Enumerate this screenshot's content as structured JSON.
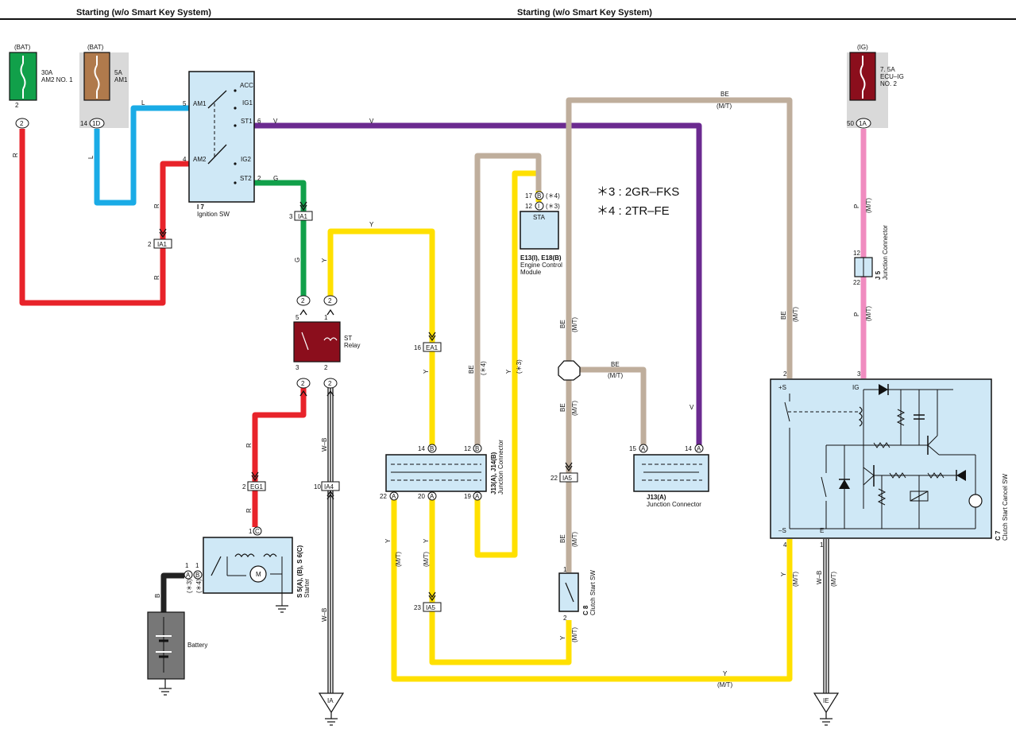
{
  "header": {
    "left_title": "Starting (w/o Smart Key System)",
    "right_title": "Starting (w/o Smart Key System)"
  },
  "colors": {
    "red": "#e8232a",
    "blue": "#1aabe6",
    "violet": "#6b2a90",
    "green": "#11a04a",
    "yellow": "#ffe000",
    "beige": "#bfae9c",
    "pink": "#f08cc0",
    "black": "#222222",
    "component_fill": "#cfe8f6"
  },
  "notes": {
    "note3": "＊3 : 2GR–FKS",
    "note4": "＊4 : 2TR–FE"
  },
  "fuses": {
    "am2": {
      "source": "(BAT)",
      "rating": "30A",
      "name": "AM2 NO. 1",
      "pin": "2",
      "conn_pin": "2"
    },
    "am1": {
      "source": "(BAT)",
      "rating": "5A",
      "name": "AM1",
      "pin_num": "14",
      "conn_pin": "1D"
    },
    "ecu_ig": {
      "source": "(IG)",
      "rating": "7. 5A",
      "name": "ECU–IG",
      "name2": "NO. 2",
      "pin_num": "50",
      "conn_pin": "1A"
    }
  },
  "ignition_sw": {
    "code": "I 7",
    "name": "Ignition SW",
    "terminals": {
      "am1": "AM1",
      "am2": "AM2",
      "acc": "ACC",
      "ig1": "IG1",
      "st1": "ST1",
      "ig2": "IG2",
      "st2": "ST2"
    },
    "pins": {
      "am1": "5",
      "am2": "4",
      "st1": "6",
      "st2": "2"
    }
  },
  "st_relay": {
    "name1": "ST",
    "name2": "Relay",
    "pins": {
      "p5": "5",
      "p1": "1",
      "p3": "3",
      "p2": "2"
    },
    "conn": {
      "a": "2",
      "b": "2",
      "c": "2",
      "d": "2"
    }
  },
  "ecm": {
    "code": "E13(I), E18(B)",
    "name1": "Engine Control",
    "name2": "Module",
    "terminal": "STA",
    "pin_a": "17",
    "pin_a_conn": "B",
    "pin_a_note": "(＊4)",
    "pin_b": "12",
    "pin_b_conn": "I",
    "pin_b_note": "(＊3)"
  },
  "starter": {
    "code": "S 5(A), (B), S 6(C)",
    "name": "Starter",
    "pin_c": "1",
    "pin_c_conn": "C",
    "pin_a": "1",
    "pin_a_conn": "A",
    "pin_b": "1",
    "pin_b_conn": "B",
    "note_a": "(＊3)",
    "note_b": "(＊4)",
    "motor": "M"
  },
  "battery": {
    "name": "Battery"
  },
  "jc_j13_j14": {
    "code": "J13(A), J14(B)",
    "name": "Junction Connector",
    "pins": {
      "p14": "14",
      "p12": "12",
      "p22": "22",
      "p20": "20",
      "p19": "19"
    },
    "conns": {
      "p14": "B",
      "p12": "B",
      "p22": "A",
      "p20": "A",
      "p19": "A"
    }
  },
  "jc_j13a": {
    "code": "J13(A)",
    "name": "Junction Connector",
    "pins": {
      "p15": "15",
      "p14": "14"
    },
    "conns": {
      "p15": "A",
      "p14": "A"
    }
  },
  "jc_j5": {
    "code": "J 5",
    "name": "Junction Connector",
    "pin_top": "12",
    "pin_bottom": "22"
  },
  "clutch_sw": {
    "code": "C 8",
    "name": "Clutch Start SW",
    "pin_top": "1",
    "pin_bottom": "2"
  },
  "clutch_cancel": {
    "code": "C 7",
    "name": "Clutch Start Cancel SW",
    "terminals": {
      "s_plus": "+S",
      "ig": "IG",
      "s_minus": "–S",
      "e": "E"
    },
    "pins": {
      "s_plus": "2",
      "ig": "3",
      "s_minus": "4",
      "e": "1"
    }
  },
  "inline_connectors": {
    "ia1_top": {
      "pin": "3",
      "name": "IA1"
    },
    "ia1_left": {
      "pin": "2",
      "name": "IA1"
    },
    "ea1": {
      "pin": "16",
      "name": "EA1"
    },
    "eg1": {
      "pin": "2",
      "name": "EG1"
    },
    "ia4": {
      "pin": "10",
      "name": "IA4"
    },
    "ia5_mid": {
      "pin": "22",
      "name": "IA5"
    },
    "ia5_low": {
      "pin": "23",
      "name": "IA5"
    }
  },
  "grounds": {
    "ia": "IA",
    "ie": "IE"
  },
  "wire_labels": {
    "r": "R",
    "l": "L",
    "v": "V",
    "g": "G",
    "y": "Y",
    "be": "BE",
    "p": "P",
    "wb": "W–B",
    "b": "B",
    "mt": "(M/T)",
    "n3": "(＊3)",
    "n4": "(＊4)"
  }
}
